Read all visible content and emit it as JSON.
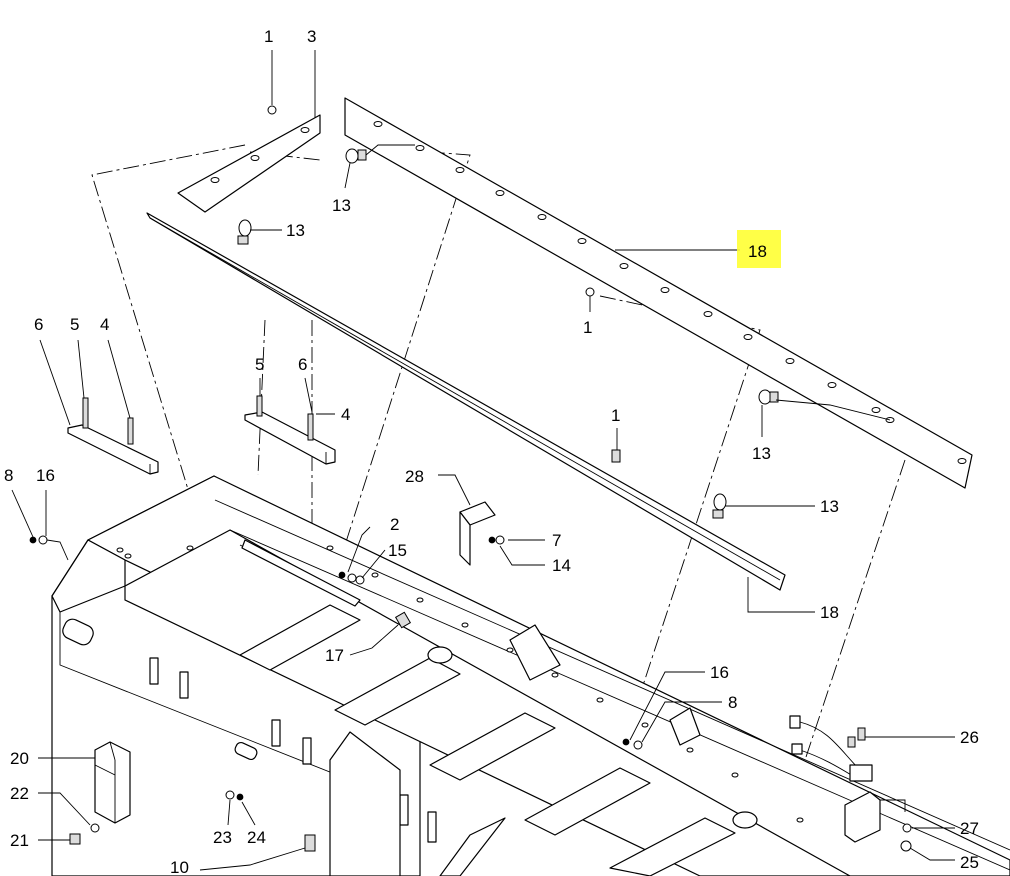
{
  "callouts": {
    "c1_top": "1",
    "c3_top": "3",
    "c13_a": "13",
    "c13_b": "13",
    "c18_highlight": "18",
    "c1_mid": "1",
    "c6_left": "6",
    "c5_left": "5",
    "c4_left": "4",
    "c5_mid": "5",
    "c6_mid": "6",
    "c4_mid": "4",
    "c1_low": "1",
    "c13_c": "13",
    "c8_left": "8",
    "c16_left": "16",
    "c28": "28",
    "c2": "2",
    "c15": "15",
    "c7": "7",
    "c14": "14",
    "c13_d": "13",
    "c18_low": "18",
    "c17": "17",
    "c16_right": "16",
    "c8_right": "8",
    "c26": "26",
    "c20": "20",
    "c22": "22",
    "c21": "21",
    "c23": "23",
    "c24": "24",
    "c27": "27",
    "c10": "10",
    "c25": "25"
  },
  "highlight_color": "#ffff33"
}
